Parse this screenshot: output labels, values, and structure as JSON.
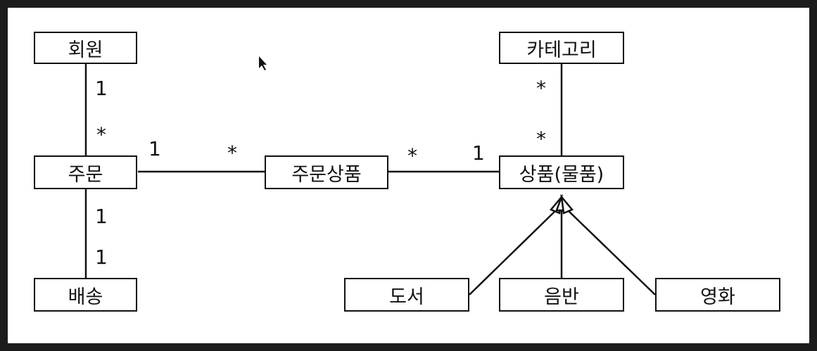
{
  "entities": {
    "member": "회원",
    "order": "주문",
    "delivery": "배송",
    "order_item": "주문상품",
    "category": "카테고리",
    "item": "상품(물품)",
    "book": "도서",
    "album": "음반",
    "movie": "영화"
  },
  "multiplicity": {
    "member_order_member_side": "1",
    "member_order_order_side": "*",
    "order_delivery_order_side": "1",
    "order_delivery_delivery_side": "1",
    "order_orderitem_order_side": "1",
    "order_orderitem_orderitem_side": "*",
    "orderitem_item_orderitem_side": "*",
    "orderitem_item_item_side": "1",
    "category_item_category_side": "*",
    "category_item_item_side": "*"
  },
  "relationships": [
    {
      "from": "회원",
      "to": "주문",
      "type": "association"
    },
    {
      "from": "주문",
      "to": "배송",
      "type": "association"
    },
    {
      "from": "주문",
      "to": "주문상품",
      "type": "association"
    },
    {
      "from": "주문상품",
      "to": "상품(물품)",
      "type": "association"
    },
    {
      "from": "카테고리",
      "to": "상품(물품)",
      "type": "association"
    },
    {
      "from": "도서",
      "to": "상품(물품)",
      "type": "generalization"
    },
    {
      "from": "음반",
      "to": "상품(물품)",
      "type": "generalization"
    },
    {
      "from": "영화",
      "to": "상품(물품)",
      "type": "generalization"
    }
  ],
  "colors": {
    "line": "#111111",
    "background": "#ffffff",
    "frame": "#1c1c1c"
  }
}
